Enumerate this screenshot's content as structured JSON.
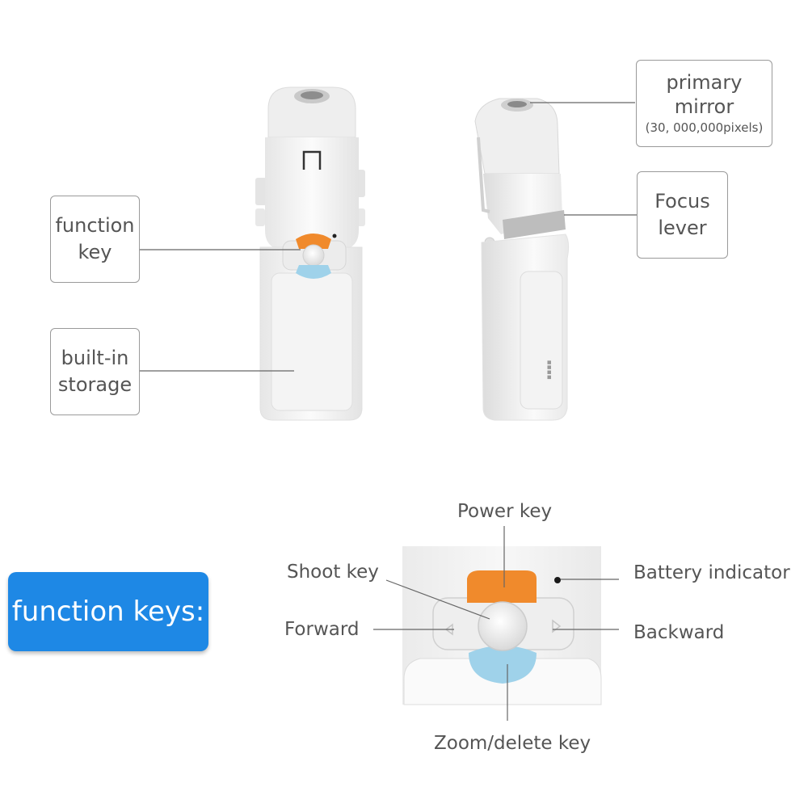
{
  "callouts": {
    "function_key": [
      "function",
      "key"
    ],
    "built_in_storage": [
      "built-in",
      "storage"
    ],
    "primary_mirror": [
      "primary",
      "mirror",
      "(30, 000,000pixels)"
    ],
    "focus_lever": [
      "Focus",
      "lever"
    ]
  },
  "detail_labels": {
    "power_key": "Power key",
    "shoot_key": "Shoot key",
    "forward": "Forward",
    "battery_indicator": "Battery indicator",
    "backward": "Backward",
    "zoom_delete_key": "Zoom/delete key"
  },
  "badge": {
    "text": "function keys:"
  },
  "colors": {
    "badge_blue": "#1e88e5",
    "power_key_orange": "#f08a2c",
    "zoom_key_blue": "#9fd2ea",
    "device_body": "#f7f7f7",
    "callout_border": "#9a9a9a"
  }
}
